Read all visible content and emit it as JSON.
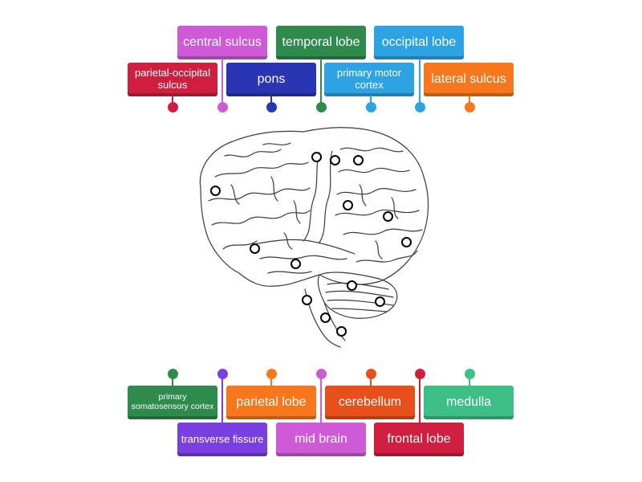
{
  "colors": {
    "green": "#2f8a4e",
    "magenta": "#cf5ad8",
    "blue": "#2da3e3",
    "crimson": "#cf1f3f",
    "navy": "#2a35b3",
    "orange": "#f7781c",
    "purple": "#7a3fe0",
    "red_orange": "#e8501b",
    "teal": "#3fbf88"
  },
  "diagram": {
    "labels_top": [
      {
        "text": "central sulcus",
        "color_key": "magenta"
      },
      {
        "text": "temporal lobe",
        "color_key": "green"
      },
      {
        "text": "occipital lobe",
        "color_key": "blue"
      },
      {
        "text": "parietal-occipital sulcus",
        "color_key": "crimson"
      },
      {
        "text": "pons",
        "color_key": "navy"
      },
      {
        "text": "primary motor cortex",
        "color_key": "blue"
      },
      {
        "text": "lateral sulcus",
        "color_key": "orange"
      }
    ],
    "labels_bottom": [
      {
        "text": "primary somatosensory cortex",
        "color_key": "green"
      },
      {
        "text": "parietal lobe",
        "color_key": "orange"
      },
      {
        "text": "cerebellum",
        "color_key": "red_orange"
      },
      {
        "text": "medulla",
        "color_key": "teal"
      },
      {
        "text": "transverse fissure",
        "color_key": "purple"
      },
      {
        "text": "mid brain",
        "color_key": "magenta"
      },
      {
        "text": "frontal lobe",
        "color_key": "crimson"
      }
    ],
    "image": {
      "subject": "brain lateral view line drawing"
    },
    "drop_targets_count": 14
  }
}
